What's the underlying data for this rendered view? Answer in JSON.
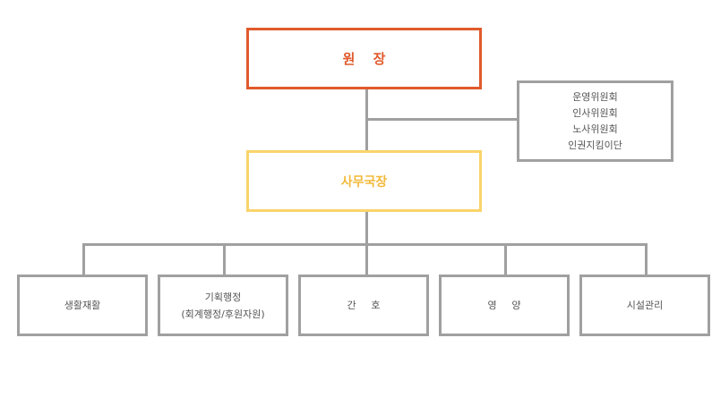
{
  "director": {
    "label": "원 장"
  },
  "secretary_general": {
    "label": "사무국장"
  },
  "committees": {
    "items": [
      "운영위원회",
      "인사위원회",
      "노사위원회",
      "인권지킴이단"
    ]
  },
  "departments": [
    {
      "lines": [
        "생활재활"
      ]
    },
    {
      "lines": [
        "기획행정",
        "(회계행정/후원자원)"
      ]
    },
    {
      "lines": [
        "간 호"
      ]
    },
    {
      "lines": [
        "영 양"
      ]
    },
    {
      "lines": [
        "시설관리"
      ]
    }
  ],
  "colors": {
    "director_border": "#e05a2b",
    "secretary_border": "#f9d46a",
    "box_border": "#a0a0a0",
    "connector": "#a0a0a0"
  }
}
